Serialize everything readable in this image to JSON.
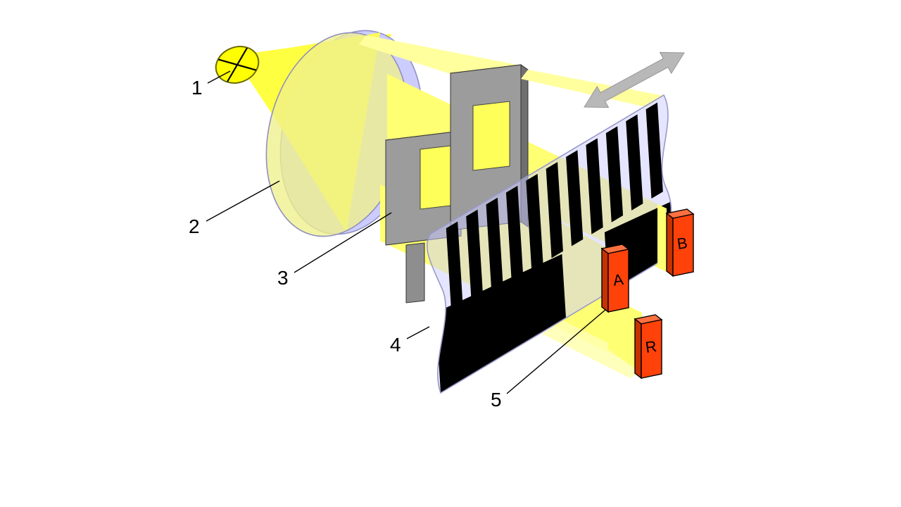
{
  "callouts": {
    "n1": "1",
    "n2": "2",
    "n3": "3",
    "n4": "4",
    "n5": "5"
  },
  "detectors": {
    "a": "A",
    "b": "B",
    "r": "R"
  },
  "colors": {
    "bulb_yellow": "#FFFF00",
    "cone_yellow": "#FFFF42",
    "beam_yellow": "#FFFF73",
    "film_lavender": "#CCCCFF",
    "reticle_gray": "#9C9C9C",
    "detector_red": "#FF4209",
    "stripe_black": "#000000",
    "arrow_gray": "#B8B8B8"
  }
}
